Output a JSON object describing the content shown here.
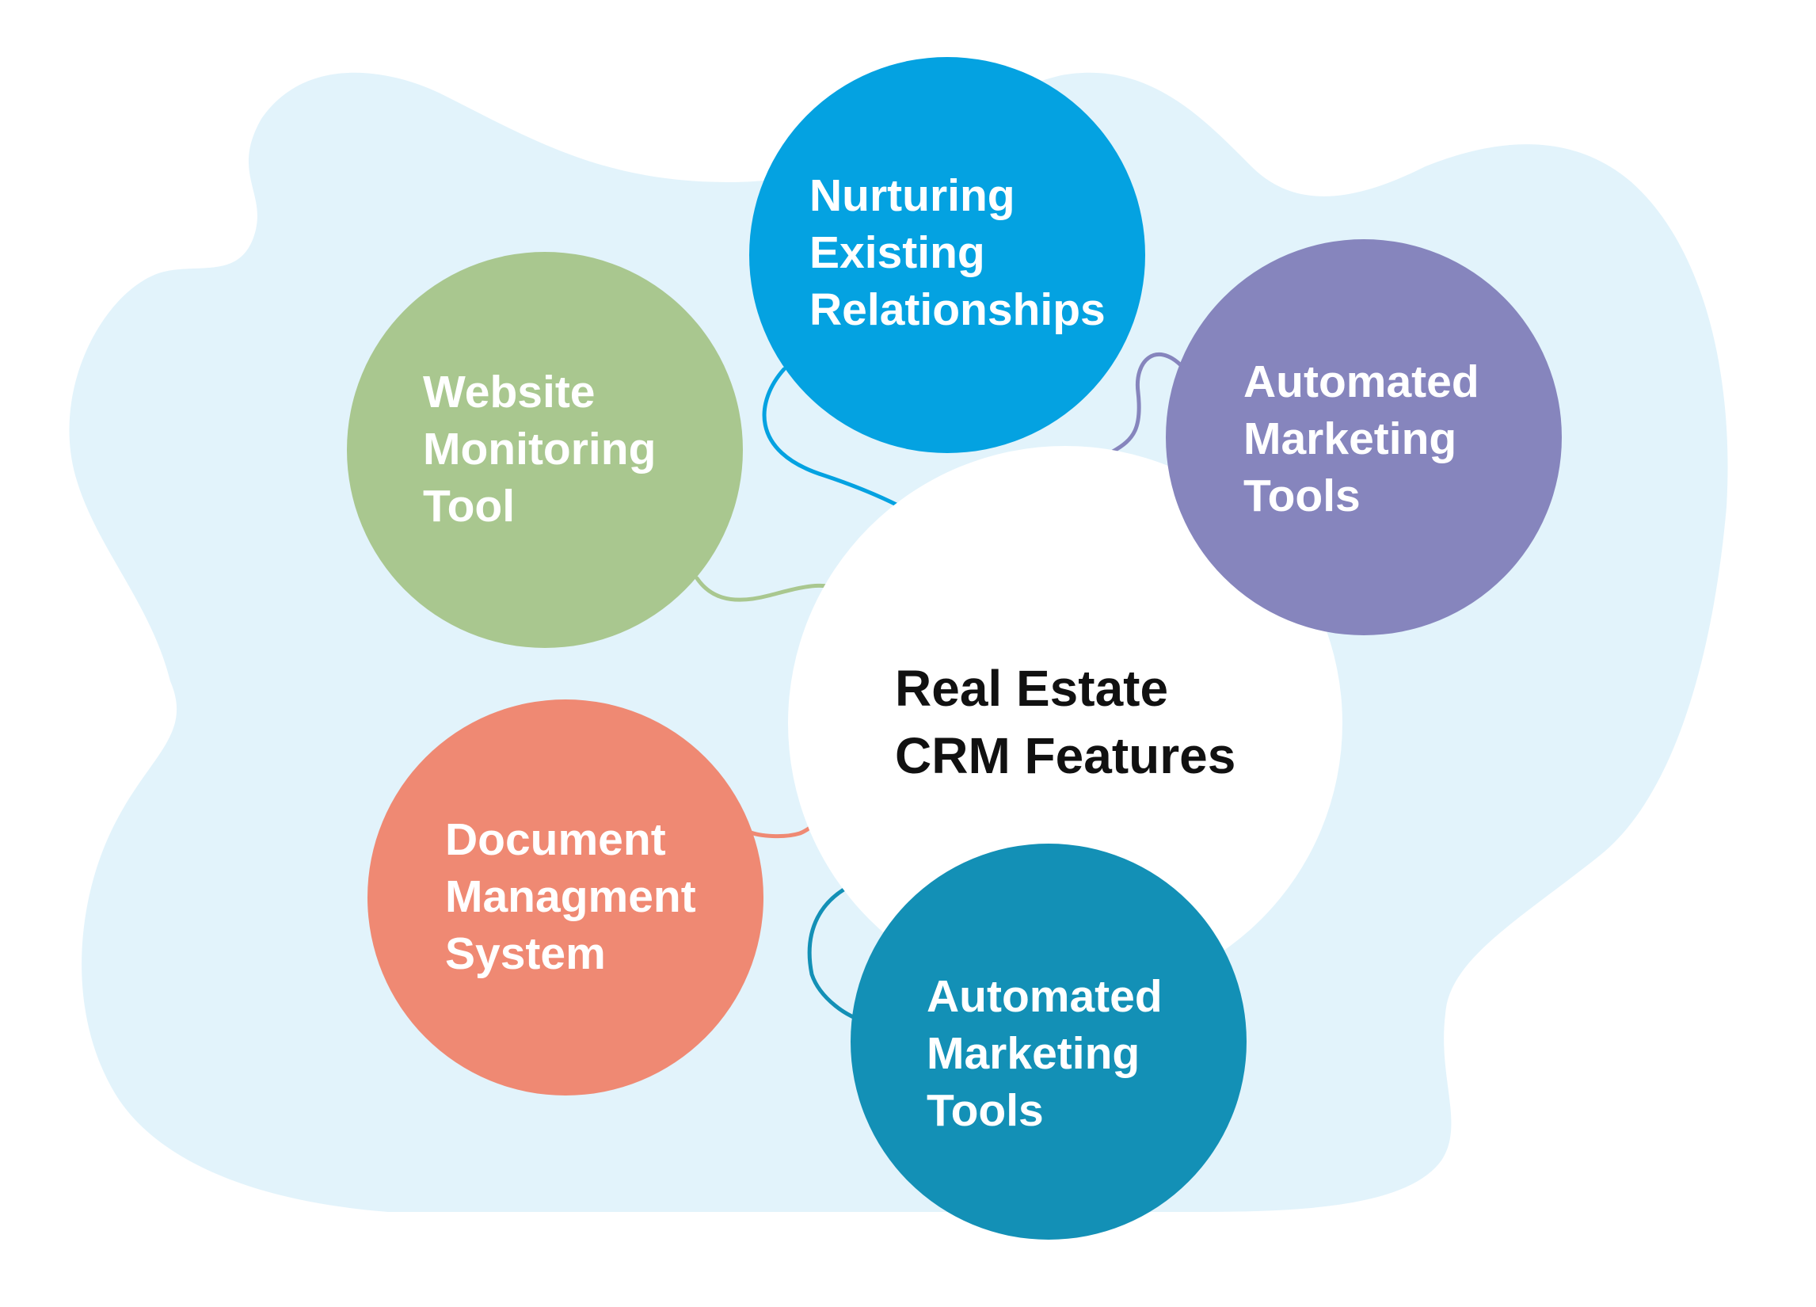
{
  "diagram": {
    "center": {
      "title_lines": [
        "Real Estate",
        "CRM Features"
      ],
      "color": "#ffffff",
      "text_color": "#111111"
    },
    "background_color": "#e2f3fb",
    "features": [
      {
        "id": "nurturing",
        "lines": [
          "Nurturing",
          "Existing",
          "Relationships"
        ],
        "color": "#04a2e1"
      },
      {
        "id": "website",
        "lines": [
          "Website",
          "Monitoring",
          "Tool"
        ],
        "color": "#a9c78f"
      },
      {
        "id": "automated-top",
        "lines": [
          "Automated",
          "Marketing",
          "Tools"
        ],
        "color": "#8685bd"
      },
      {
        "id": "document",
        "lines": [
          "Document",
          "Managment",
          "System"
        ],
        "color": "#ef8973"
      },
      {
        "id": "automated-bottom",
        "lines": [
          "Automated",
          "Marketing",
          "Tools"
        ],
        "color": "#1390b6"
      }
    ]
  }
}
